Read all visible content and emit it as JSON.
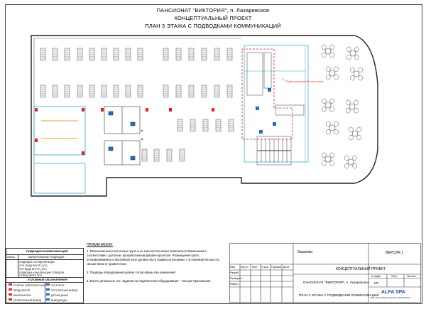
{
  "header": {
    "line1": "ПАНСИОНАТ \"ВИКТОРИЯ\", п. Лазаревское",
    "line2": "КОНЦЕПТУАЛЬНЫЙ ПРОЕКТ",
    "line3": "ПЛАН 3 ЭТАЖА С ПОДВОДКАМИ КОММУНИКАЦИЙ"
  },
  "callout": "Трубы на высоте 60 см от пола…",
  "legend": {
    "title": "ПОДВОДКИ КОММУНИКАЦИЙ",
    "col_sym": "Обозн.",
    "col_name": "НАИМЕНОВАНИЕ ПОДВОДОК",
    "rows": [
      "ПОДВОДКА ХОЛОДНОЙ ВОДЫ",
      "ХОЛ. ВОДА ВНУТР. (1/2\")",
      "ГОР. ВОДА ВНУТР. (1/2\")",
      "ПОДВОДКА КАНАЛИЗАЦИИ ОТВОДОМ",
      "ОТВОД ЧЕРЕЗ ПОЛ"
    ],
    "conv_title": "УСЛОВНЫЕ ОБОЗНАЧЕНИЯ",
    "conv": [
      {
        "left": "РОЗЕТКА ЭЛЕКТРИЧЕСКАЯ",
        "right": "ГАЗ В ПОЛУ"
      },
      {
        "left": "ВВОД КАБЕЛЯ",
        "right": "ПОТОЛОЧНЫЙ ВЫВОД"
      },
      {
        "left": "ВЫКЛЮЧАТЕЛЬ",
        "right": "ДАТЧИК ДЫМА"
      },
      {
        "left": "ПРОВОЛОЧНЫЙ ВЫВОД",
        "right": "ВЫВОД ВОДЫ"
      }
    ]
  },
  "notes": {
    "title": "ПРИМЕЧАНИЯ:",
    "items": [
      "1. Расположение розеточных групп и их количество может изменяться Заказчиком в соответствии с детально проработанным Дизайн-проектом. Размещение групп, устанавливаемое в бассейной зоне должно быть взаимосогласовано с установкой на высоту свыше 60см от уровня пола.",
      "2. Подводы оборудования уровня согласованы без изменений.",
      "3. Более детальные тех. задания на подключение оборудования – смотри Приложение."
    ]
  },
  "title_block": {
    "client_label": "Заказчик:",
    "version": "ВЕРСИЯ 1",
    "project_type": "КОНЦЕПТУАЛЬНЫЙ ПРОЕКТ",
    "project_name": "ПАНСИОНАТ \"ВИКТОРИЯ\", п. Лазаревское",
    "sheet_title": "ПЛАН 3 ЭТАЖА С ПОДВОДКАМИ КОММУНИКАЦИЙ",
    "col_headers": [
      "Изм.",
      "Кол.уч",
      "Лист",
      "N док.",
      "Подпись",
      "Дата"
    ],
    "row_labels": [
      "Разраб.",
      "Проверил",
      "Начерт."
    ],
    "stage_headers": [
      "Стадия",
      "Лист",
      "Листов"
    ],
    "stage_value": "КП",
    "logo_text": "ALFA SPA",
    "logo_sub": "Ваш эксклюзивный партнёр в SPA-бизнесе"
  }
}
